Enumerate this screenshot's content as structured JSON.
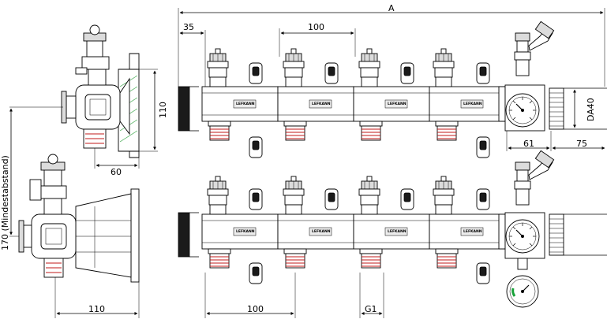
{
  "dimensions": {
    "total_length": "A",
    "end_offset": "35",
    "spacing_top": "100",
    "spacing_bottom": "100",
    "depth_top": "61",
    "depth_top_right": "75",
    "pipe_size": "DA40",
    "side_width_top": "60",
    "side_height": "110",
    "side_width_bottom": "110",
    "min_distance": "170 (Mindestabstand)",
    "thread": "G1"
  },
  "brand_label": "LEFKANN",
  "colors": {
    "line": "#000000",
    "thread_highlight": "#c01818",
    "hatch": "#2aa03a",
    "gauge_mark": "#19a23a"
  }
}
